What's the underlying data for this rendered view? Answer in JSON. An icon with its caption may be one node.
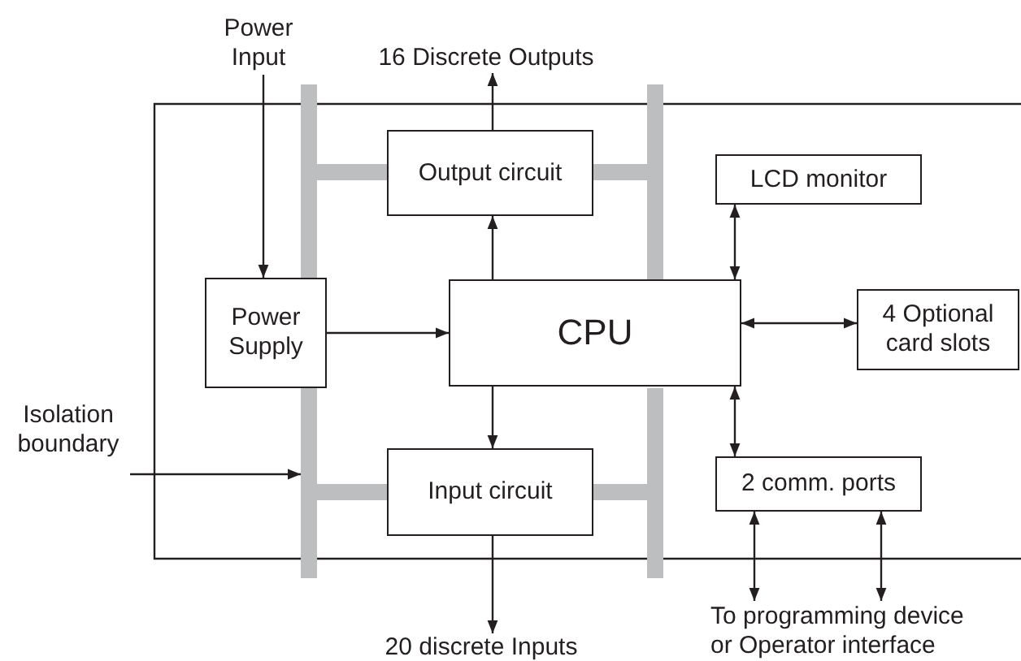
{
  "diagram": {
    "nodes": [
      {
        "text": [
          "Power Input"
        ]
      },
      {
        "text": [
          "16 Discrete Outputs"
        ]
      },
      {
        "text": [
          "Output circuit"
        ]
      },
      {
        "text": [
          "LCD monitor"
        ]
      },
      {
        "text": [
          "Power Supply"
        ]
      },
      {
        "text": [
          "CPU"
        ]
      },
      {
        "text": [
          "4 Optional card slots"
        ]
      },
      {
        "text": [
          "Isolation boundary"
        ]
      },
      {
        "text": [
          "Input circuit"
        ]
      },
      {
        "text": [
          "2 comm. ports"
        ]
      },
      {
        "text": [
          "20 discrete Inputs"
        ]
      },
      {
        "text": [
          "To programming device or Operator interface"
        ]
      },
      {
        "text": [],
        "shape": "bar"
      },
      {
        "text": [],
        "shape": "bar"
      }
    ],
    "edges": [
      {
        "from": 0,
        "to": 4,
        "arrow": "to"
      },
      {
        "from": 4,
        "to": 5,
        "arrow": "to"
      },
      {
        "from": 5,
        "to": 2,
        "arrow": "to"
      },
      {
        "from": 2,
        "to": 1,
        "arrow": "to"
      },
      {
        "from": 5,
        "to": 3,
        "arrow": "both"
      },
      {
        "from": 5,
        "to": 6,
        "arrow": "both"
      },
      {
        "from": 5,
        "to": 8,
        "arrow": "to"
      },
      {
        "from": 8,
        "to": 10,
        "arrow": "to"
      },
      {
        "from": 5,
        "to": 9,
        "arrow": "both"
      },
      {
        "from": 9,
        "to": 11,
        "arrow": "both"
      },
      {
        "from": 9,
        "to": 11,
        "arrow": "both"
      },
      {
        "from": 7,
        "to": 12,
        "arrow": "to"
      }
    ]
  }
}
